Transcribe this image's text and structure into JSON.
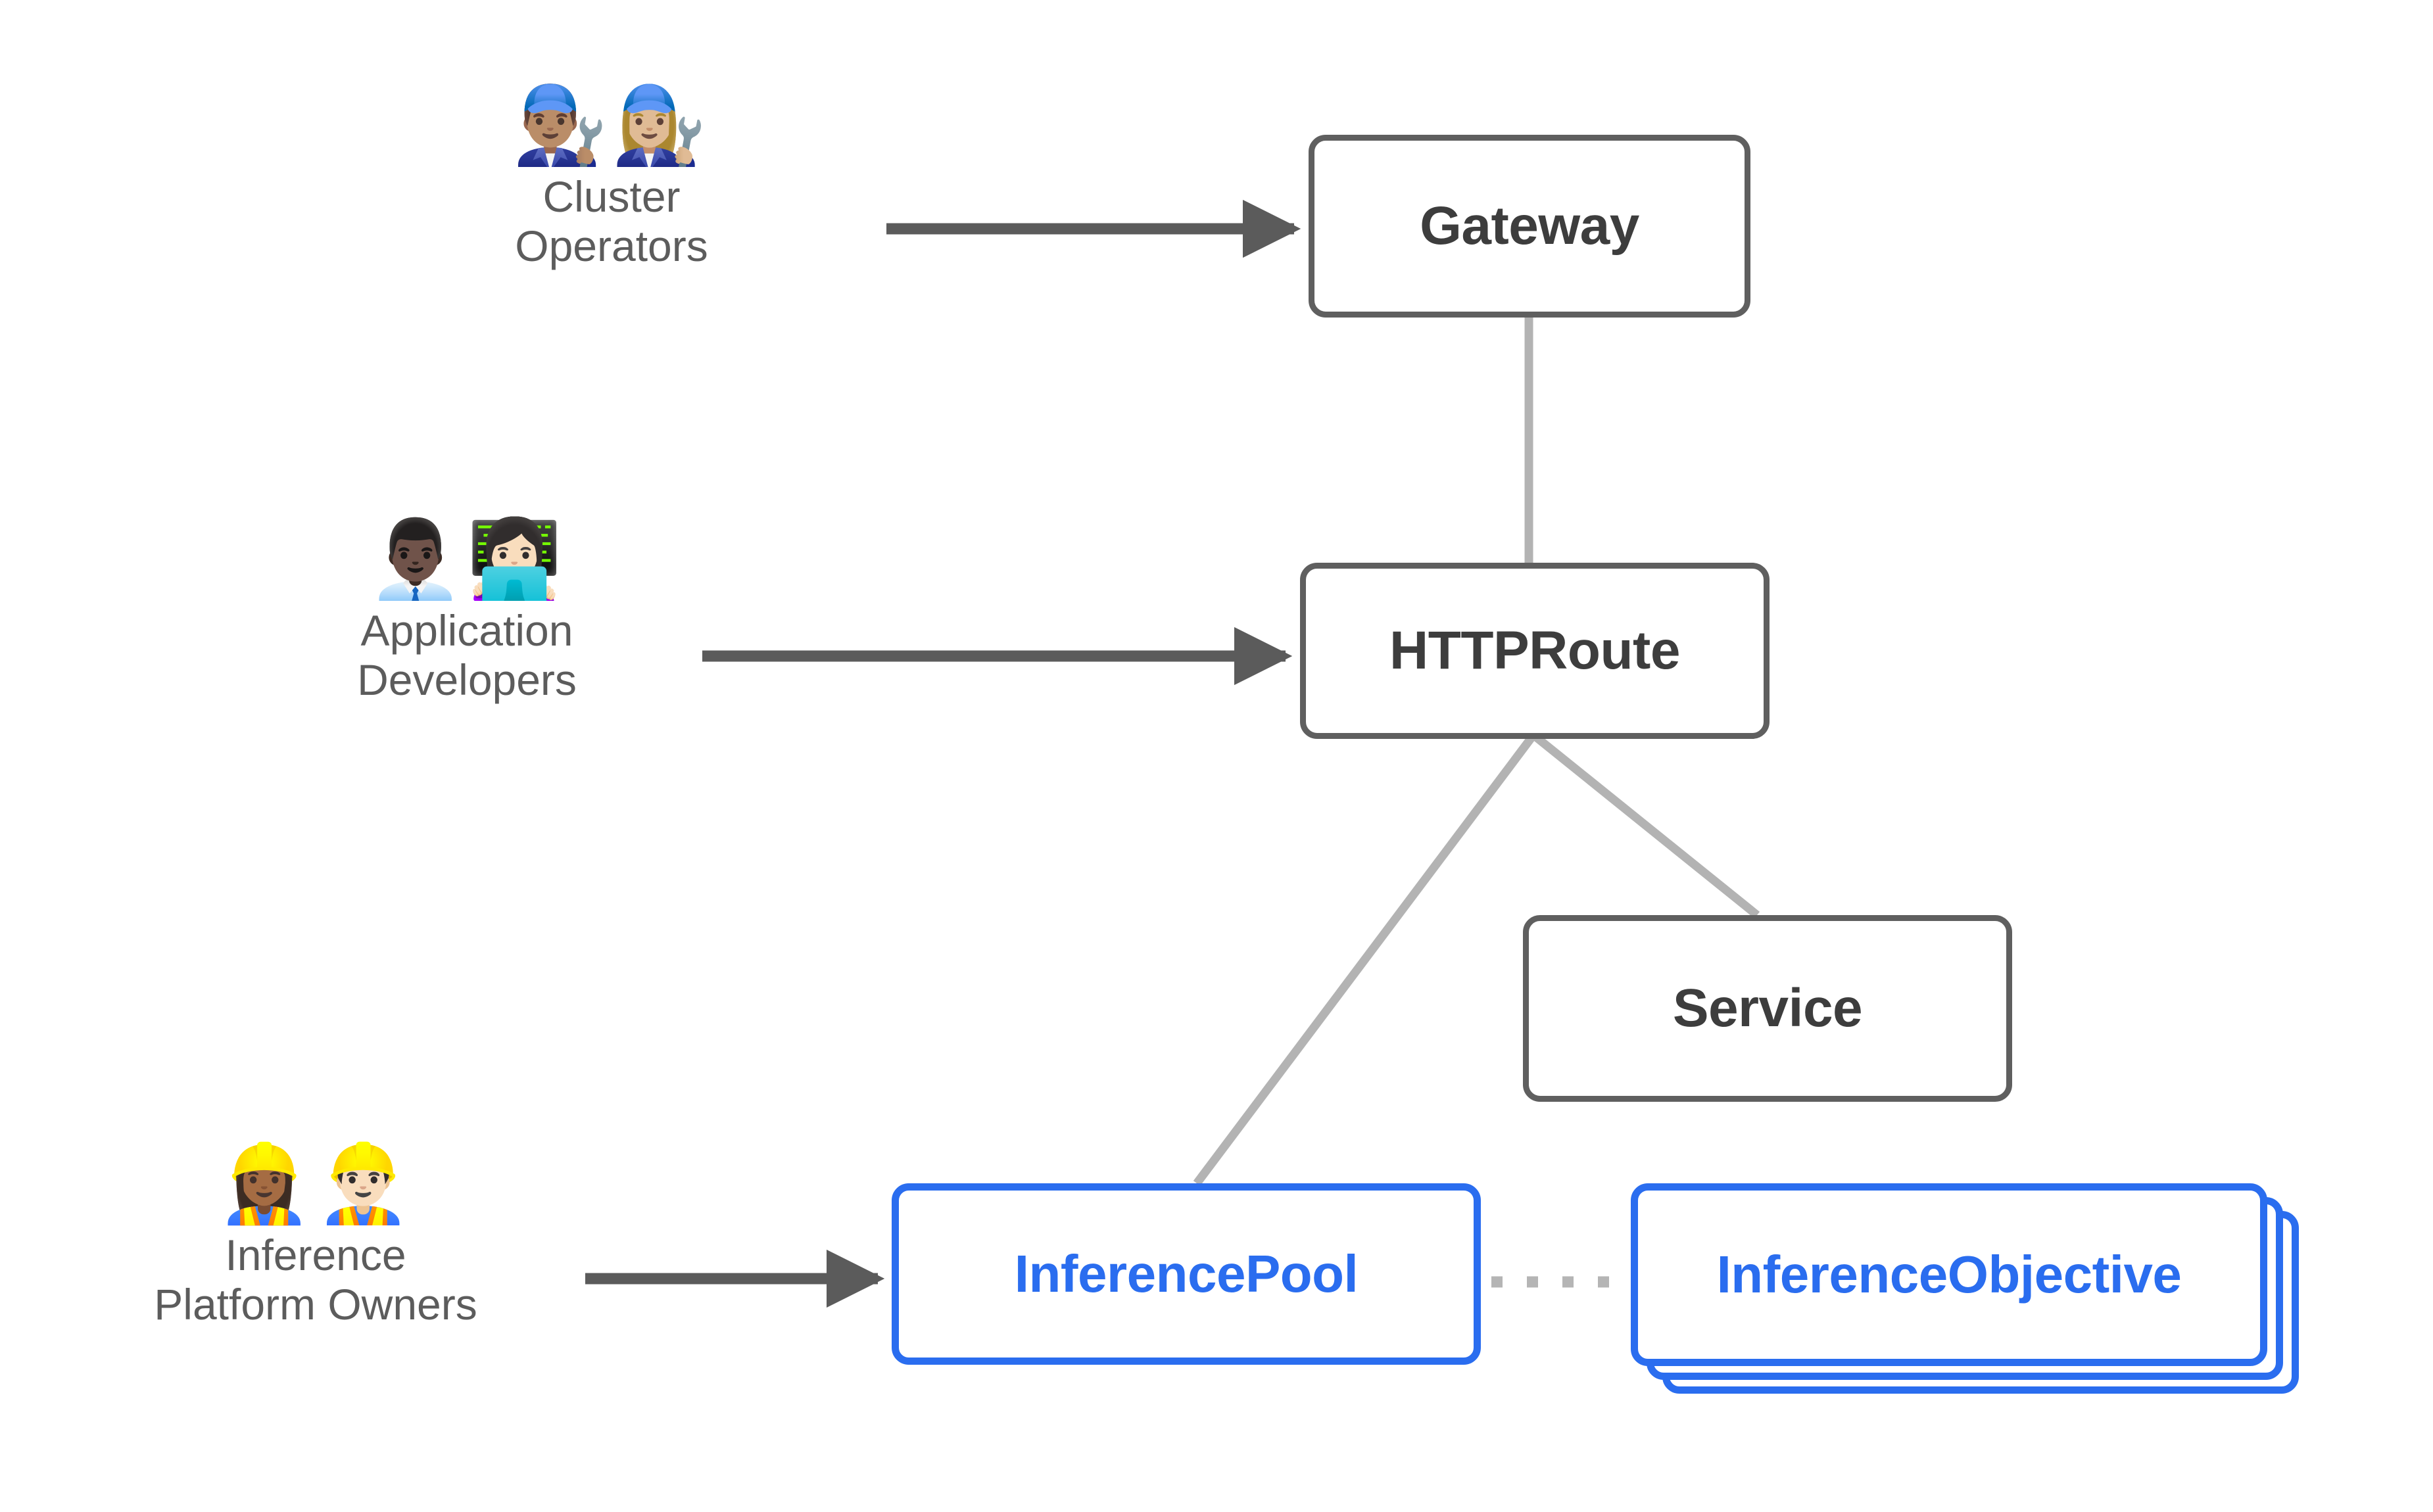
{
  "diagram": {
    "title": "Gateway API Inference Extension resource model",
    "background": "#ffffff",
    "colors": {
      "node_border_gray": "#5f5f5f",
      "node_text_gray": "#3d3d3d",
      "node_border_blue": "#2a6def",
      "node_text_blue": "#2a6def",
      "arrow_gray": "#5b5b5b",
      "connector_gray": "#b3b3b3",
      "dotted_gray": "#b5b5b5",
      "actor_label_gray": "#5c5c5c"
    }
  },
  "actors": [
    {
      "id": "cluster-operators",
      "emojis": "👨🏽‍🔧👩🏼‍🔧",
      "emoji_names": "man-mechanic-icon woman-mechanic-icon",
      "line1": "Cluster",
      "line2": "Operators"
    },
    {
      "id": "application-developers",
      "emojis": "👨🏿‍💼👩🏻‍💻",
      "emoji_names": "man-office-worker-icon woman-technologist-icon",
      "line1": "Application",
      "line2": "Developers"
    },
    {
      "id": "inference-platform-owners",
      "emojis": "👷🏾‍♀️👷🏻‍♂️",
      "emoji_names": "woman-construction-worker-icon man-construction-worker-icon",
      "line1": "Inference",
      "line2": "Platform Owners"
    }
  ],
  "nodes": [
    {
      "id": "gateway",
      "label": "Gateway",
      "style": "gray"
    },
    {
      "id": "httproute",
      "label": "HTTPRoute",
      "style": "gray"
    },
    {
      "id": "service",
      "label": "Service",
      "style": "gray"
    },
    {
      "id": "inferencepool",
      "label": "InferencePool",
      "style": "blue"
    },
    {
      "id": "inferenceobjective",
      "label": "InferenceObjective",
      "style": "blue",
      "stacked": 3
    }
  ],
  "edges": [
    {
      "id": "operators-to-gateway",
      "from": "cluster-operators",
      "to": "gateway",
      "kind": "arrow"
    },
    {
      "id": "developers-to-httproute",
      "from": "application-developers",
      "to": "httproute",
      "kind": "arrow"
    },
    {
      "id": "owners-to-inferencepool",
      "from": "inference-platform-owners",
      "to": "inferencepool",
      "kind": "arrow"
    },
    {
      "id": "gateway-to-httproute",
      "from": "gateway",
      "to": "httproute",
      "kind": "line"
    },
    {
      "id": "httproute-to-inferencepool",
      "from": "httproute",
      "to": "inferencepool",
      "kind": "line"
    },
    {
      "id": "httproute-to-service",
      "from": "httproute",
      "to": "service",
      "kind": "line"
    },
    {
      "id": "inferencepool-to-objective",
      "from": "inferencepool",
      "to": "inferenceobjective",
      "kind": "dotted"
    }
  ]
}
